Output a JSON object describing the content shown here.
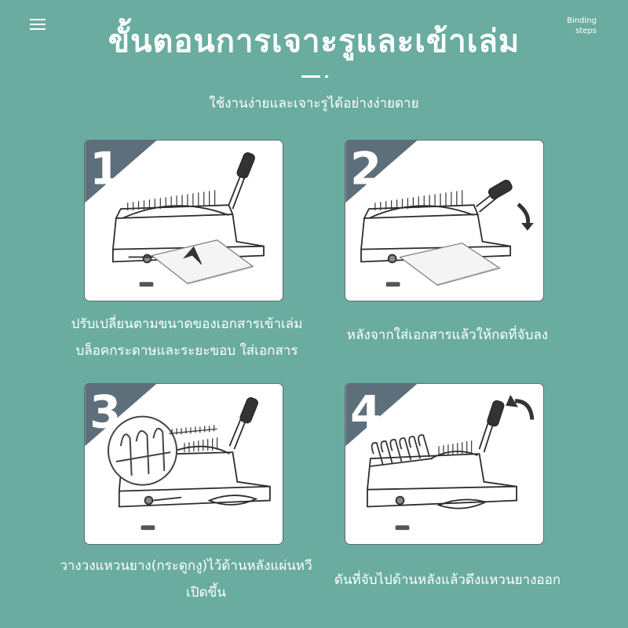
{
  "header": {
    "title": "ขั้นตอนการเจาะรูและเข้าเล่ม",
    "subtitle": "ใช้งานง่ายและเจาะรูได้อย่างง่ายดาย",
    "corner_line1": "Binding",
    "corner_line2": "steps",
    "menu_icon": "hamburger-menu-icon"
  },
  "steps": [
    {
      "number": "1",
      "caption_line1": "ปรับเปลี่ยนตามขนาดของเอกสารเข้าเล่ม",
      "caption_line2": "บล็อคกระดาษและระยะขอบ ใส่เอกสาร"
    },
    {
      "number": "2",
      "caption_line1": "หลังจากใส่เอกสารแล้วให้กดที่จับลง",
      "caption_line2": ""
    },
    {
      "number": "3",
      "caption_line1": "วางวงแหวนยาง(กระดูกงู)ไว้ด้านหลังแผ่นหวี",
      "caption_line2": "เปิดขึ้น"
    },
    {
      "number": "4",
      "caption_line1": "ดันที่จับไปด้านหลังแล้วดึงแหวนยางออก",
      "caption_line2": ""
    }
  ],
  "colors": {
    "background": "#6aada0",
    "badge": "#5d6f7a",
    "machine_stroke": "#2b2b2b"
  }
}
